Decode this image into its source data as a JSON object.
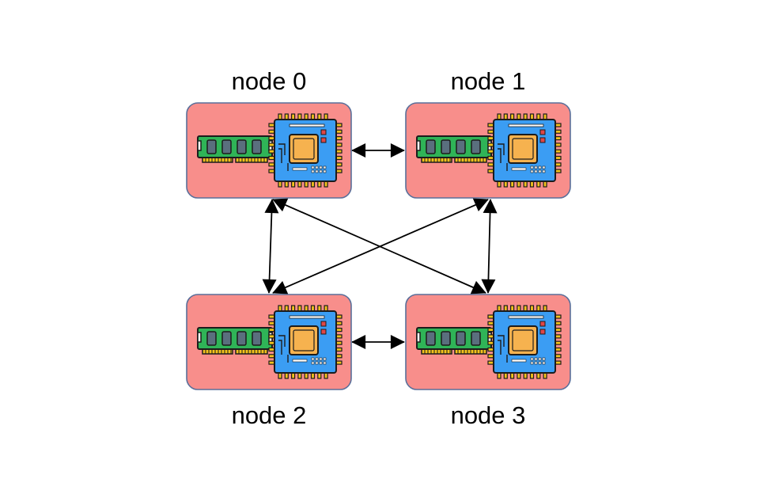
{
  "nodes": [
    {
      "id": 0,
      "label": "node 0"
    },
    {
      "id": 1,
      "label": "node 1"
    },
    {
      "id": 2,
      "label": "node 2"
    },
    {
      "id": 3,
      "label": "node 3"
    }
  ],
  "links": [
    {
      "from": 0,
      "to": 1
    },
    {
      "from": 2,
      "to": 3
    },
    {
      "from": 0,
      "to": 2
    },
    {
      "from": 1,
      "to": 3
    },
    {
      "from": 0,
      "to": 3
    },
    {
      "from": 1,
      "to": 2
    }
  ],
  "components": {
    "memory": "ram-module-icon",
    "processor": "cpu-chip-icon"
  },
  "colors": {
    "node_fill": "#f88e8b",
    "node_stroke": "#5a6f9a",
    "ram_board": "#2fb457",
    "ram_chip": "#5a6f7e",
    "ram_pins": "#f3c21c",
    "cpu_board": "#3b9df3",
    "cpu_core": "#f6b24f",
    "cpu_pins": "#f3c21c",
    "outline": "#1c1c1c",
    "arrow": "#000000"
  }
}
